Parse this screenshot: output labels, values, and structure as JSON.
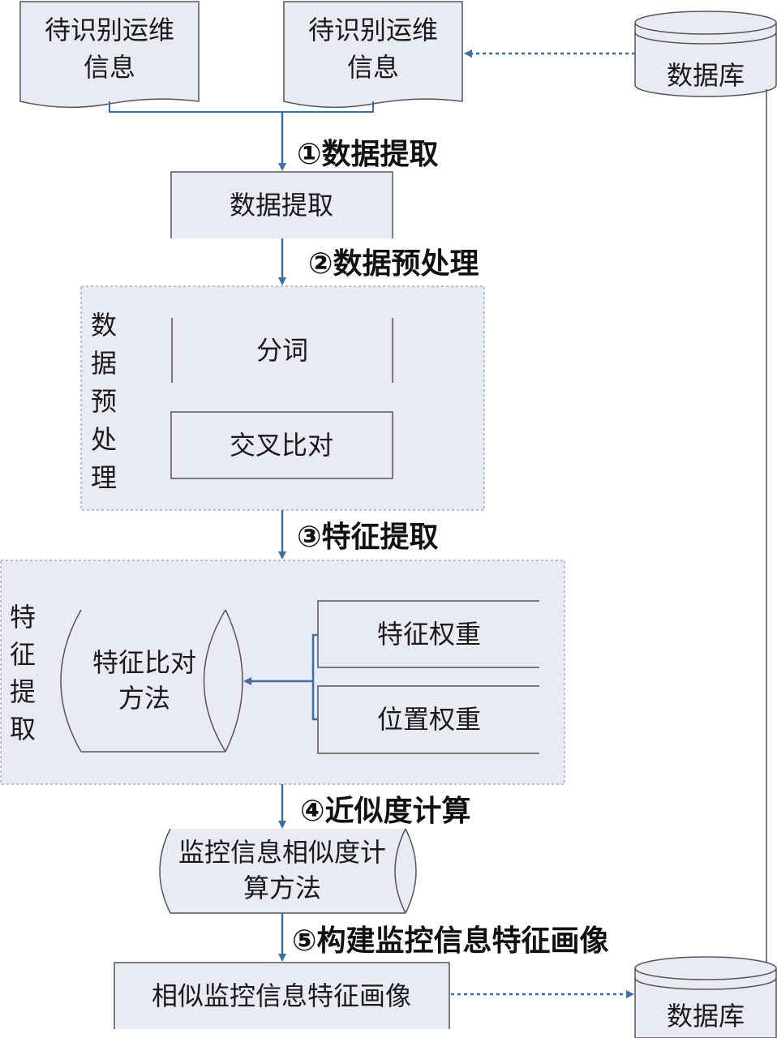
{
  "colors": {
    "box_fill": "#e8ebf3",
    "border": "#555555",
    "arrow": "#3f6ea5",
    "text": "#1a1a1a"
  },
  "inputs": {
    "doc1_line1": "待识别运维",
    "doc1_line2": "信息",
    "doc2_line1": "待识别运维",
    "doc2_line2": "信息",
    "db_top": "数据库",
    "db_bottom": "数据库"
  },
  "steps": {
    "s1": "①数据提取",
    "s2": "②数据预处理",
    "s3": "③特征提取",
    "s4": "④近似度计算",
    "s5": "⑤构建监控信息特征画像"
  },
  "boxes": {
    "extract": "数据提取",
    "preprocess_vertical": [
      "数",
      "据",
      "预",
      "处",
      "理"
    ],
    "segment": "分词",
    "cross_compare": "交叉比对",
    "feature_vertical": [
      "特",
      "征",
      "提",
      "取"
    ],
    "feature_method_line1": "特征比对",
    "feature_method_line2": "方法",
    "feature_weight": "特征权重",
    "position_weight": "位置权重",
    "similarity_line1": "监控信息相似度计",
    "similarity_line2": "算方法",
    "portrait": "相似监控信息特征画像"
  }
}
